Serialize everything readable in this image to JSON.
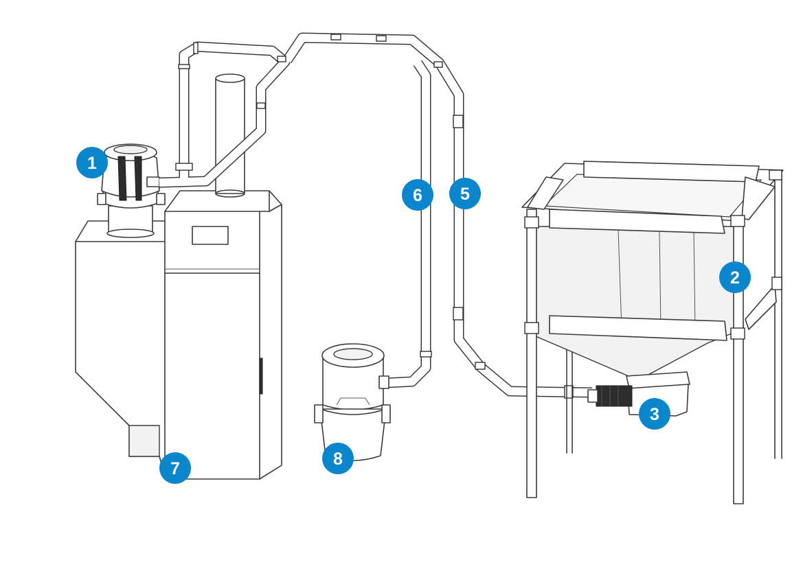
{
  "diagram": {
    "accent_color": "#0a86cc",
    "callouts": [
      {
        "id": "callout-1",
        "label": "1"
      },
      {
        "id": "callout-2",
        "label": "2"
      },
      {
        "id": "callout-3",
        "label": "3"
      },
      {
        "id": "callout-5",
        "label": "5"
      },
      {
        "id": "callout-6",
        "label": "6"
      },
      {
        "id": "callout-7",
        "label": "7"
      },
      {
        "id": "callout-8",
        "label": "8"
      }
    ],
    "components": [
      "vacuum-suction-unit",
      "fabric-silo",
      "silo-discharge-unit",
      "return-air-hose",
      "suction-hose",
      "boiler",
      "cyclone-separator"
    ]
  }
}
